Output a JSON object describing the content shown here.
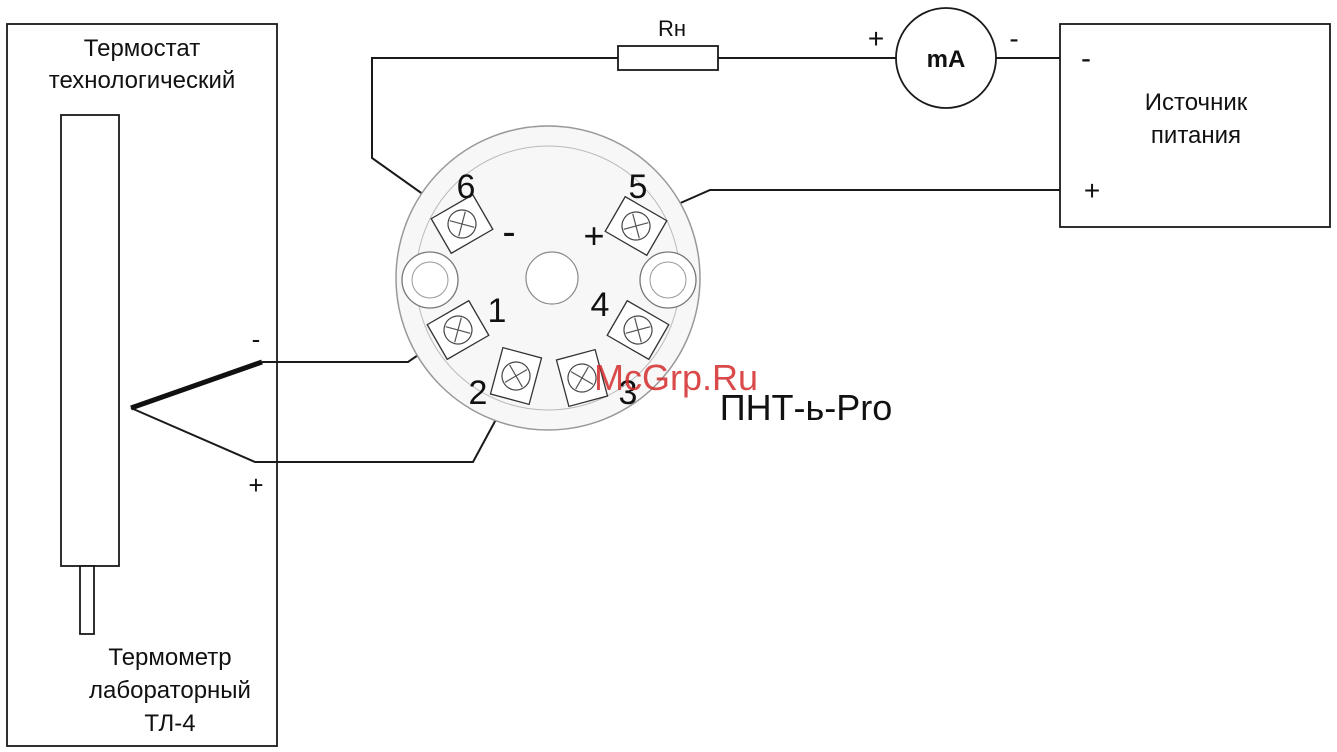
{
  "thermostat": {
    "title_line1": "Термостат",
    "title_line2": "технологический"
  },
  "thermometer": {
    "label_line1": "Термометр",
    "label_line2": "лабораторный",
    "label_line3": "ТЛ-4"
  },
  "thermocouple": {
    "minus_sign": "-",
    "plus_sign": "+"
  },
  "resistor": {
    "label": "Rн"
  },
  "ammeter": {
    "label": "mA",
    "plus_sign": "+",
    "minus_sign": "-"
  },
  "power_supply": {
    "label_line1": "Источник",
    "label_line2": "питания",
    "minus_sign": "-",
    "plus_sign": "+"
  },
  "converter": {
    "model": "ПНТ-ь-Pro",
    "terminals": [
      "1",
      "2",
      "3",
      "4",
      "5",
      "6"
    ],
    "t6_sign": "-",
    "t5_sign": "+"
  },
  "watermark": "McGrp.Ru",
  "colors": {
    "watermark": "#d42a2a",
    "line": "#1a1a1a"
  }
}
